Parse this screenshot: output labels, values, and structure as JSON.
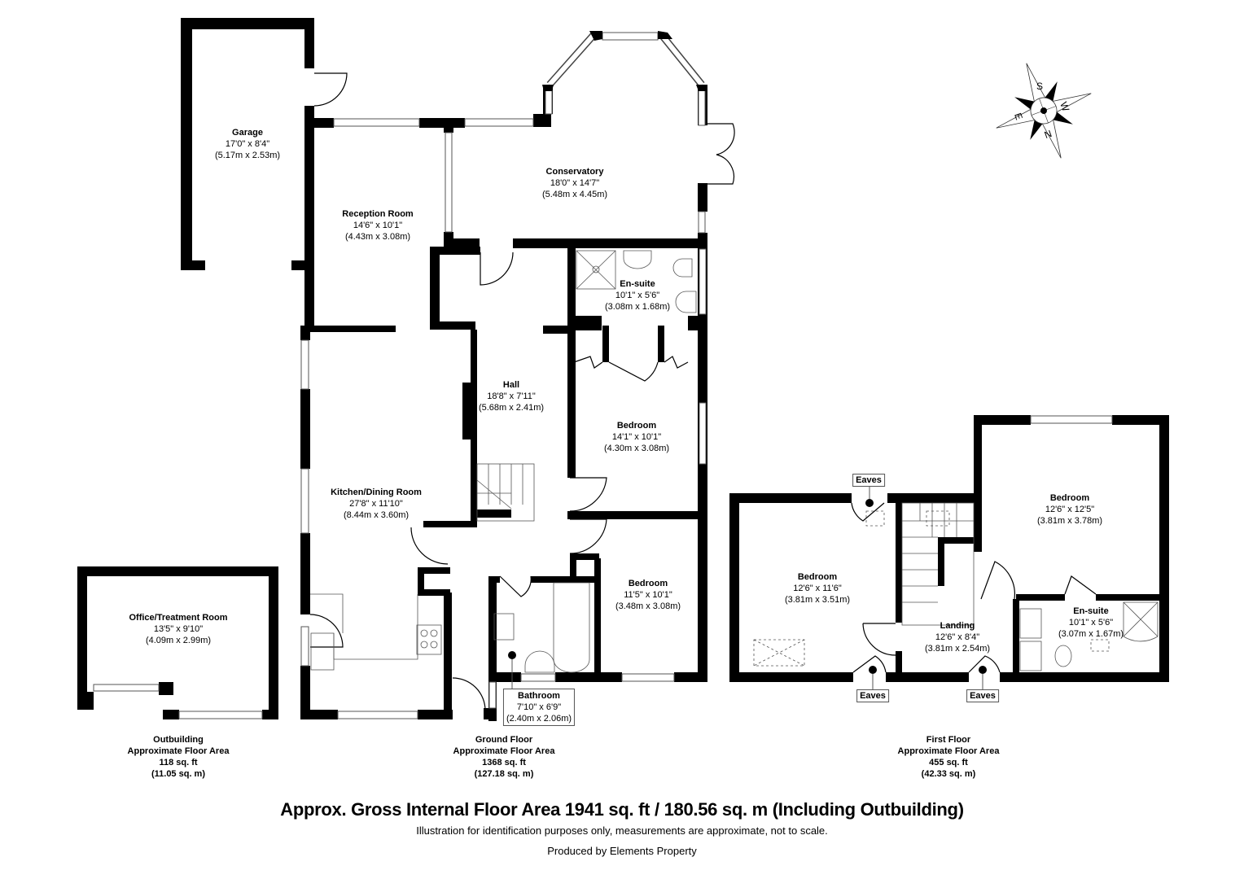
{
  "compass": {
    "labels": {
      "n": "N",
      "s": "S",
      "e": "E",
      "w": "W"
    }
  },
  "ground_floor": {
    "rooms": [
      {
        "name": "Garage",
        "imperial": "17'0\" x 8'4\"",
        "metric": "(5.17m x 2.53m)"
      },
      {
        "name": "Reception Room",
        "imperial": "14'6\" x 10'1\"",
        "metric": "(4.43m x 3.08m)"
      },
      {
        "name": "Conservatory",
        "imperial": "18'0\" x 14'7\"",
        "metric": "(5.48m x 4.45m)"
      },
      {
        "name": "En-suite",
        "imperial": "10'1\" x 5'6\"",
        "metric": "(3.08m x 1.68m)"
      },
      {
        "name": "Hall",
        "imperial": "18'8\" x 7'11\"",
        "metric": "(5.68m x 2.41m)"
      },
      {
        "name": "Bedroom",
        "imperial": "14'1\" x 10'1\"",
        "metric": "(4.30m x 3.08m)"
      },
      {
        "name": "Kitchen/Dining Room",
        "imperial": "27'8\" x 11'10\"",
        "metric": "(8.44m x 3.60m)"
      },
      {
        "name": "Bedroom",
        "imperial": "11'5\" x 10'1\"",
        "metric": "(3.48m x 3.08m)"
      },
      {
        "name": "Bathroom",
        "imperial": "7'10\" x 6'9\"",
        "metric": "(2.40m x 2.06m)"
      }
    ],
    "area": {
      "title": "Ground Floor",
      "subtitle": "Approximate Floor Area",
      "sqft": "1368 sq. ft",
      "sqm": "(127.18 sq. m)"
    }
  },
  "outbuilding": {
    "rooms": [
      {
        "name": "Office/Treatment Room",
        "imperial": "13'5\" x 9'10\"",
        "metric": "(4.09m x 2.99m)"
      }
    ],
    "area": {
      "title": "Outbuilding",
      "subtitle": "Approximate Floor Area",
      "sqft": "118 sq. ft",
      "sqm": "(11.05 sq. m)"
    }
  },
  "first_floor": {
    "rooms": [
      {
        "name": "Bedroom",
        "imperial": "12'6\" x 11'6\"",
        "metric": "(3.81m x 3.51m)"
      },
      {
        "name": "Landing",
        "imperial": "12'6\" x 8'4\"",
        "metric": "(3.81m x 2.54m)"
      },
      {
        "name": "Bedroom",
        "imperial": "12'6\" x 12'5\"",
        "metric": "(3.81m x 3.78m)"
      },
      {
        "name": "En-suite",
        "imperial": "10'1\" x 5'6\"",
        "metric": "(3.07m x 1.67m)"
      }
    ],
    "eaves_label": "Eaves",
    "area": {
      "title": "First Floor",
      "subtitle": "Approximate Floor Area",
      "sqft": "455 sq. ft",
      "sqm": "(42.33 sq. m)"
    }
  },
  "footer": {
    "gross_area": "Approx. Gross Internal Floor Area 1941 sq. ft / 180.56 sq. m (Including Outbuilding)",
    "disclaimer": "Illustration for identification purposes only, measurements are approximate, not to scale.",
    "producer": "Produced by Elements Property"
  }
}
